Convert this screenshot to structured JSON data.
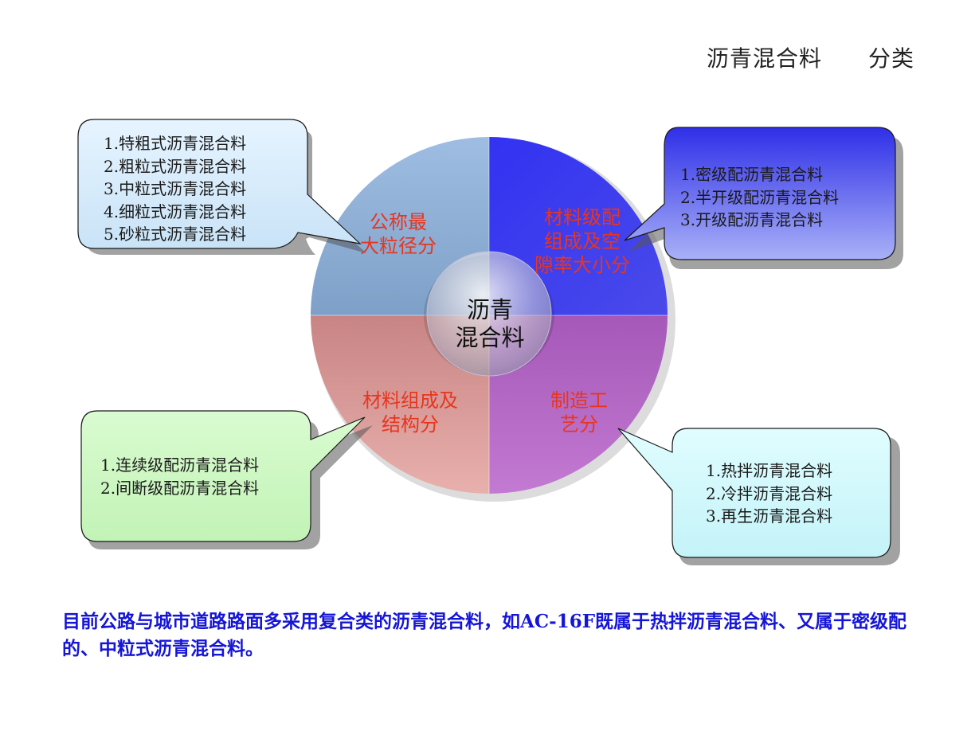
{
  "title": "沥青混合料　　分类",
  "center": {
    "line1": "沥青",
    "line2": "混合料"
  },
  "quadrants": {
    "top_left": {
      "lines": [
        "公称最",
        "大粒径分"
      ]
    },
    "top_right": {
      "lines": [
        "材料级配",
        "组成及空",
        "隙率大小分"
      ]
    },
    "bottom_left": {
      "lines": [
        "材料组成及",
        "结构分"
      ]
    },
    "bottom_right": {
      "lines": [
        "制造工",
        "艺分"
      ]
    }
  },
  "callouts": {
    "top_left": {
      "items": [
        "1.特粗式沥青混合料",
        "2.粗粒式沥青混合料",
        "3.中粒式沥青混合料",
        "4.细粒式沥青混合料",
        "5.砂粒式沥青混合料"
      ]
    },
    "top_right": {
      "items": [
        "1.密级配沥青混合料",
        "2.半开级配沥青混合料",
        "3.开级配沥青混合料"
      ]
    },
    "bottom_left": {
      "items": [
        "1.连续级配沥青混合料",
        "2.间断级配沥青混合料"
      ]
    },
    "bottom_right": {
      "items": [
        "1.热拌沥青混合料",
        "2.冷拌沥青混合料",
        "3.再生沥青混合料"
      ]
    }
  },
  "note": "目前公路与城市道路路面多采用复合类的沥青混合料，如AC-16F既属于热拌沥青混合料、又属于密级配的、中粒式沥青混合料。",
  "colors": {
    "q_top_left": "#8fb1d9",
    "q_top_right": "#3a3aee",
    "q_bottom_left": "#d98f8f",
    "q_bottom_right": "#b768c8",
    "callout_top_left": "#d6ecfb",
    "callout_top_right": "#5b5bf0",
    "callout_bottom_left": "#ccf7c2",
    "callout_bottom_right": "#cff7fa",
    "quad_text": "#e8351e",
    "note_text": "#1515d8"
  }
}
